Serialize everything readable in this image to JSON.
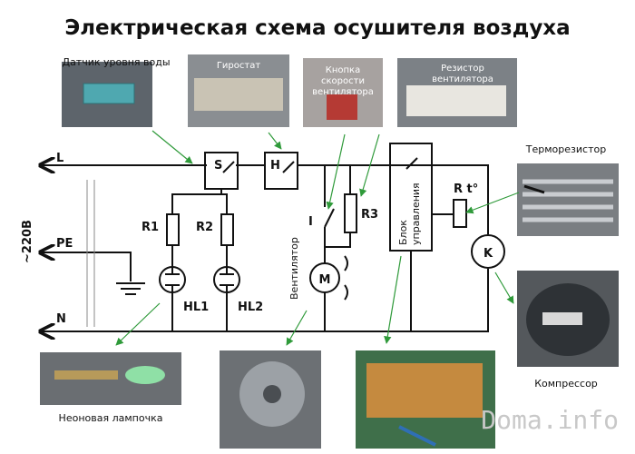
{
  "title": "Электрическая схема осушителя воздуха",
  "photos": {
    "water_sensor": "Датчик уровня воды",
    "gyrostat": "Гиростат",
    "speed_button": [
      "Кнопка",
      "скорости",
      "вентилятора"
    ],
    "fan_resistor": [
      "Резистор",
      "вентилятора"
    ],
    "thermoresistor": "Терморезистор",
    "compressor": "Компрессор",
    "neon_lamp": "Неоновая лампочка"
  },
  "lines": {
    "L": "L",
    "PE": "PE",
    "N": "N",
    "voltage": "~220В"
  },
  "components": {
    "S": "S",
    "H": "H",
    "R1": "R1",
    "R2": "R2",
    "R3": "R3",
    "HL1": "HL1",
    "HL2": "HL2",
    "I": "I",
    "M": "M",
    "K": "K",
    "Rt": "R t°",
    "fan": "Вентилятор",
    "control_unit": [
      "Блок",
      "управления"
    ]
  },
  "watermark": "Doma.info",
  "colors": {
    "wire": "#111111",
    "arrow": "#2f9a3a",
    "photo_bg": "#6f7378"
  }
}
